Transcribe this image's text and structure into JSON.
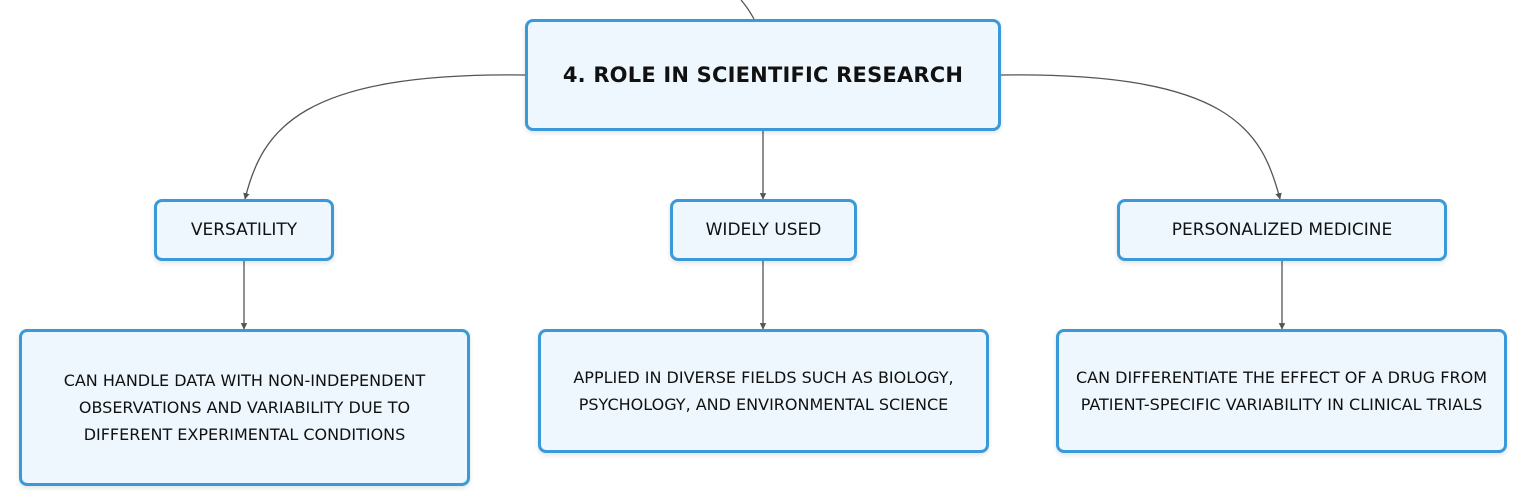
{
  "diagram": {
    "root": {
      "label": "4. ROLE IN SCIENTIFIC RESEARCH"
    },
    "branches": [
      {
        "label": "VERSATILITY",
        "detail": "CAN HANDLE DATA WITH NON-INDEPENDENT OBSERVATIONS AND VARIABILITY DUE TO DIFFERENT EXPERIMENTAL CONDITIONS"
      },
      {
        "label": "WIDELY USED",
        "detail": "APPLIED IN DIVERSE FIELDS SUCH AS BIOLOGY, PSYCHOLOGY, AND ENVIRONMENTAL SCIENCE"
      },
      {
        "label": "PERSONALIZED MEDICINE",
        "detail": "CAN DIFFERENTIATE THE EFFECT OF A DRUG FROM PATIENT-SPECIFIC VARIABILITY IN CLINICAL TRIALS"
      }
    ],
    "colors": {
      "node_border": "#3a9ad9",
      "node_fill": "#eef7fd",
      "connector": "#555555",
      "text": "#111111"
    }
  }
}
